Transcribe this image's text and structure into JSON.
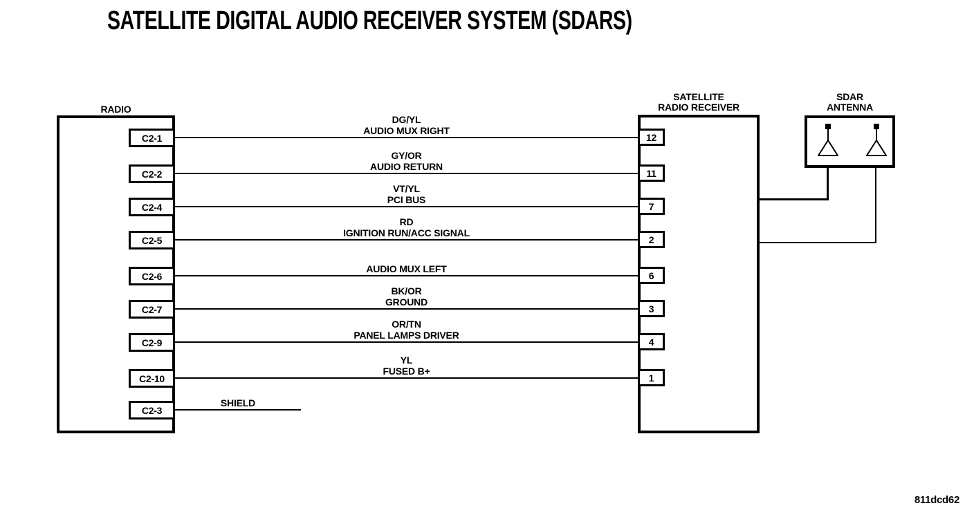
{
  "colors": {
    "line": "#000000",
    "background": "#ffffff",
    "text": "#000000"
  },
  "title": "SATELLITE DIGITAL AUDIO RECEIVER SYSTEM (SDARS)",
  "footer_code": "811dcd62",
  "radio": {
    "label": "RADIO",
    "connector_pins": [
      "C2-1",
      "C2-2",
      "C2-4",
      "C2-5",
      "C2-6",
      "C2-7",
      "C2-9",
      "C2-10",
      "C2-3"
    ]
  },
  "receiver": {
    "label_line1": "SATELLITE",
    "label_line2": "RADIO RECEIVER",
    "pins": [
      "12",
      "11",
      "7",
      "2",
      "6",
      "3",
      "4",
      "1"
    ]
  },
  "antenna": {
    "label_line1": "SDAR",
    "label_line2": "ANTENNA",
    "element_count": 2
  },
  "wires": [
    {
      "from_pin": "C2-1",
      "to_pin": "12",
      "color_code": "DG/YL",
      "signal": "AUDIO MUX RIGHT"
    },
    {
      "from_pin": "C2-2",
      "to_pin": "11",
      "color_code": "GY/OR",
      "signal": "AUDIO RETURN"
    },
    {
      "from_pin": "C2-4",
      "to_pin": "7",
      "color_code": "VT/YL",
      "signal": "PCI BUS"
    },
    {
      "from_pin": "C2-5",
      "to_pin": "2",
      "color_code": "RD",
      "signal": "IGNITION RUN/ACC SIGNAL"
    },
    {
      "from_pin": "C2-6",
      "to_pin": "6",
      "color_code": "",
      "signal": "AUDIO MUX LEFT"
    },
    {
      "from_pin": "C2-7",
      "to_pin": "3",
      "color_code": "BK/OR",
      "signal": "GROUND"
    },
    {
      "from_pin": "C2-9",
      "to_pin": "4",
      "color_code": "OR/TN",
      "signal": "PANEL LAMPS DRIVER"
    },
    {
      "from_pin": "C2-10",
      "to_pin": "1",
      "color_code": "YL",
      "signal": "FUSED B+"
    }
  ],
  "shield": {
    "from_pin": "C2-3",
    "label": "SHIELD"
  }
}
